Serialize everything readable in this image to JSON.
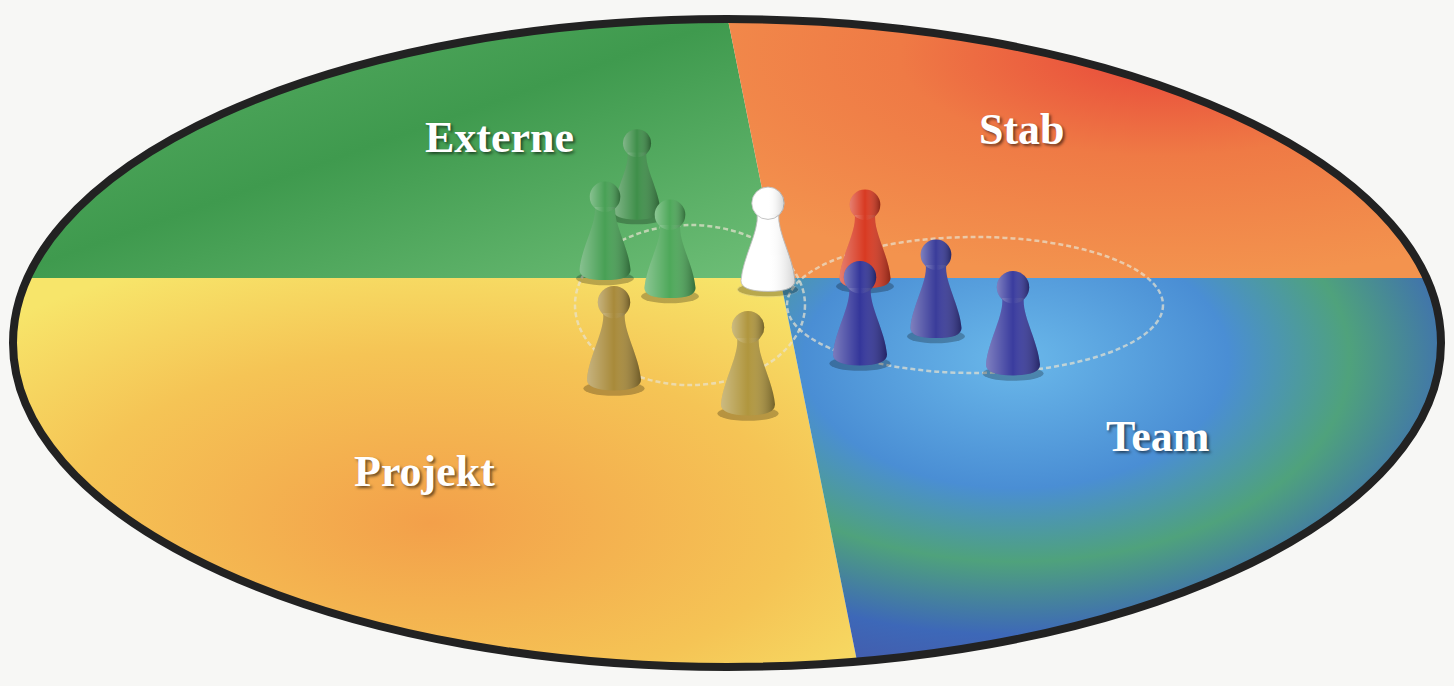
{
  "diagram": {
    "nodes": [
      {
        "text": [
          "Externe"
        ]
      },
      {
        "text": [
          "Stab"
        ]
      },
      {
        "text": [
          "Projekt"
        ]
      },
      {
        "text": [
          "Team"
        ]
      }
    ]
  }
}
